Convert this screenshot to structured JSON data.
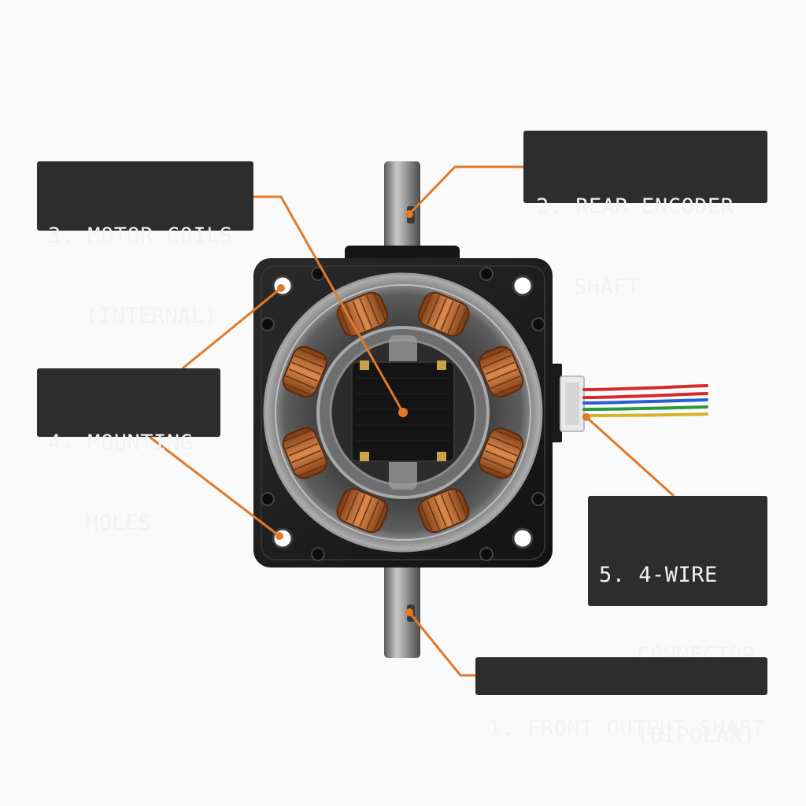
{
  "diagram": {
    "callouts": [
      {
        "id": "front-output-shaft",
        "number": "1.",
        "lines": [
          "FRONT OUTPUT SHAFT"
        ]
      },
      {
        "id": "rear-encoder-shaft",
        "number": "2.",
        "lines": [
          "REAR ENCODER",
          "SHAFT"
        ]
      },
      {
        "id": "motor-coils",
        "number": "3.",
        "lines": [
          "MOTOR COILS",
          "(INTERNAL)"
        ]
      },
      {
        "id": "mounting-holes",
        "number": "4.",
        "lines": [
          "MOUNTING",
          "HOLES"
        ]
      },
      {
        "id": "wire-connector",
        "number": "5.",
        "lines": [
          "4-WIRE",
          "CONNECTOR",
          "(BIPOLAR)"
        ]
      }
    ],
    "colors": {
      "background": "#fafafa",
      "callout_bg": "#2d2d2d",
      "callout_text": "#f2f2f2",
      "leader": "#e07a2a",
      "motor_body": "#1c1c1c",
      "copper": "#b8622e",
      "shaft": "#8e8e8e",
      "wire_red": "#d42a2a",
      "wire_blue": "#2a5fd4",
      "wire_green": "#2a9a3a",
      "wire_yellow": "#d4b42a"
    }
  }
}
